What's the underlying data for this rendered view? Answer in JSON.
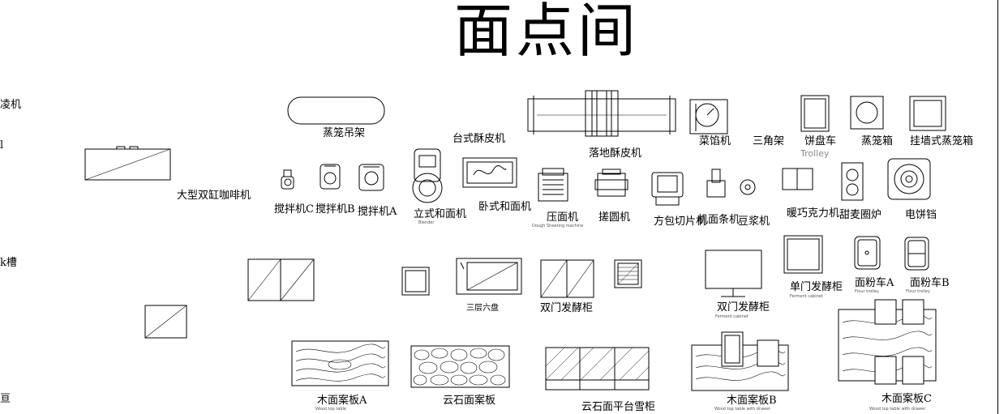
{
  "title": "面点间",
  "left_edge_labels": [
    "凌机",
    "l",
    "k槽",
    "亘"
  ],
  "labels": {
    "steamer_rack": "蒸笼吊架",
    "table_pastry_machine": "台式酥皮机",
    "floor_pastry_machine": "落地酥皮机",
    "filling_machine": "菜馅机",
    "triangle_rack": "三角架",
    "biscuit_trolley": "饼盘车",
    "trolley_en": "Trolley",
    "steamer_box": "蒸笼箱",
    "wall_steamer_box": "挂墙式蒸笼箱",
    "coffee_machine": "大型双缸咖啡机",
    "mixer_c": "搅拌机C",
    "mixer_b": "搅拌机B",
    "mixer_a": "搅拌机A",
    "vertical_dough_mixer": "立式和面机",
    "blender_en": "Blender",
    "horizontal_dough_mixer": "卧式和面机",
    "dough_press": "压面机",
    "dough_press_en": "Dough Sheeting machine",
    "rounding_machine": "搓圆机",
    "bread_slicer": "方包切片机",
    "noodle_machine": "机面条机",
    "soy_milk_machine": "豆浆机",
    "chocolate_machine": "暖巧克力机",
    "donut_fryer": "甜麦圈炉",
    "pancake_pan": "电饼铛",
    "three_tier_oven": "三层六盘",
    "double_door_proofer_1": "双门发酵柜",
    "double_door_proofer_2": "双门发酵柜",
    "ferment_cabinet_en_2": "Ferment cabinet",
    "single_door_proofer": "单门发酵柜",
    "ferment_cabinet_en": "Ferment cabinet",
    "flour_cart_a": "面粉车A",
    "flour_cart_a_en": "Flour trolley",
    "flour_cart_b": "面粉车B",
    "flour_cart_b_en": "Flour trolley",
    "wood_table_a": "木面案板A",
    "wood_table_a_en": "Wood top table",
    "stone_table": "云石面案板",
    "stone_freezer": "云石面平台雪柜",
    "wood_table_b": "木面案板B",
    "wood_table_b_en": "Wood top table with drawer",
    "wood_table_c": "木面案板C",
    "wood_table_c_en": "Wood top table with drawer"
  }
}
